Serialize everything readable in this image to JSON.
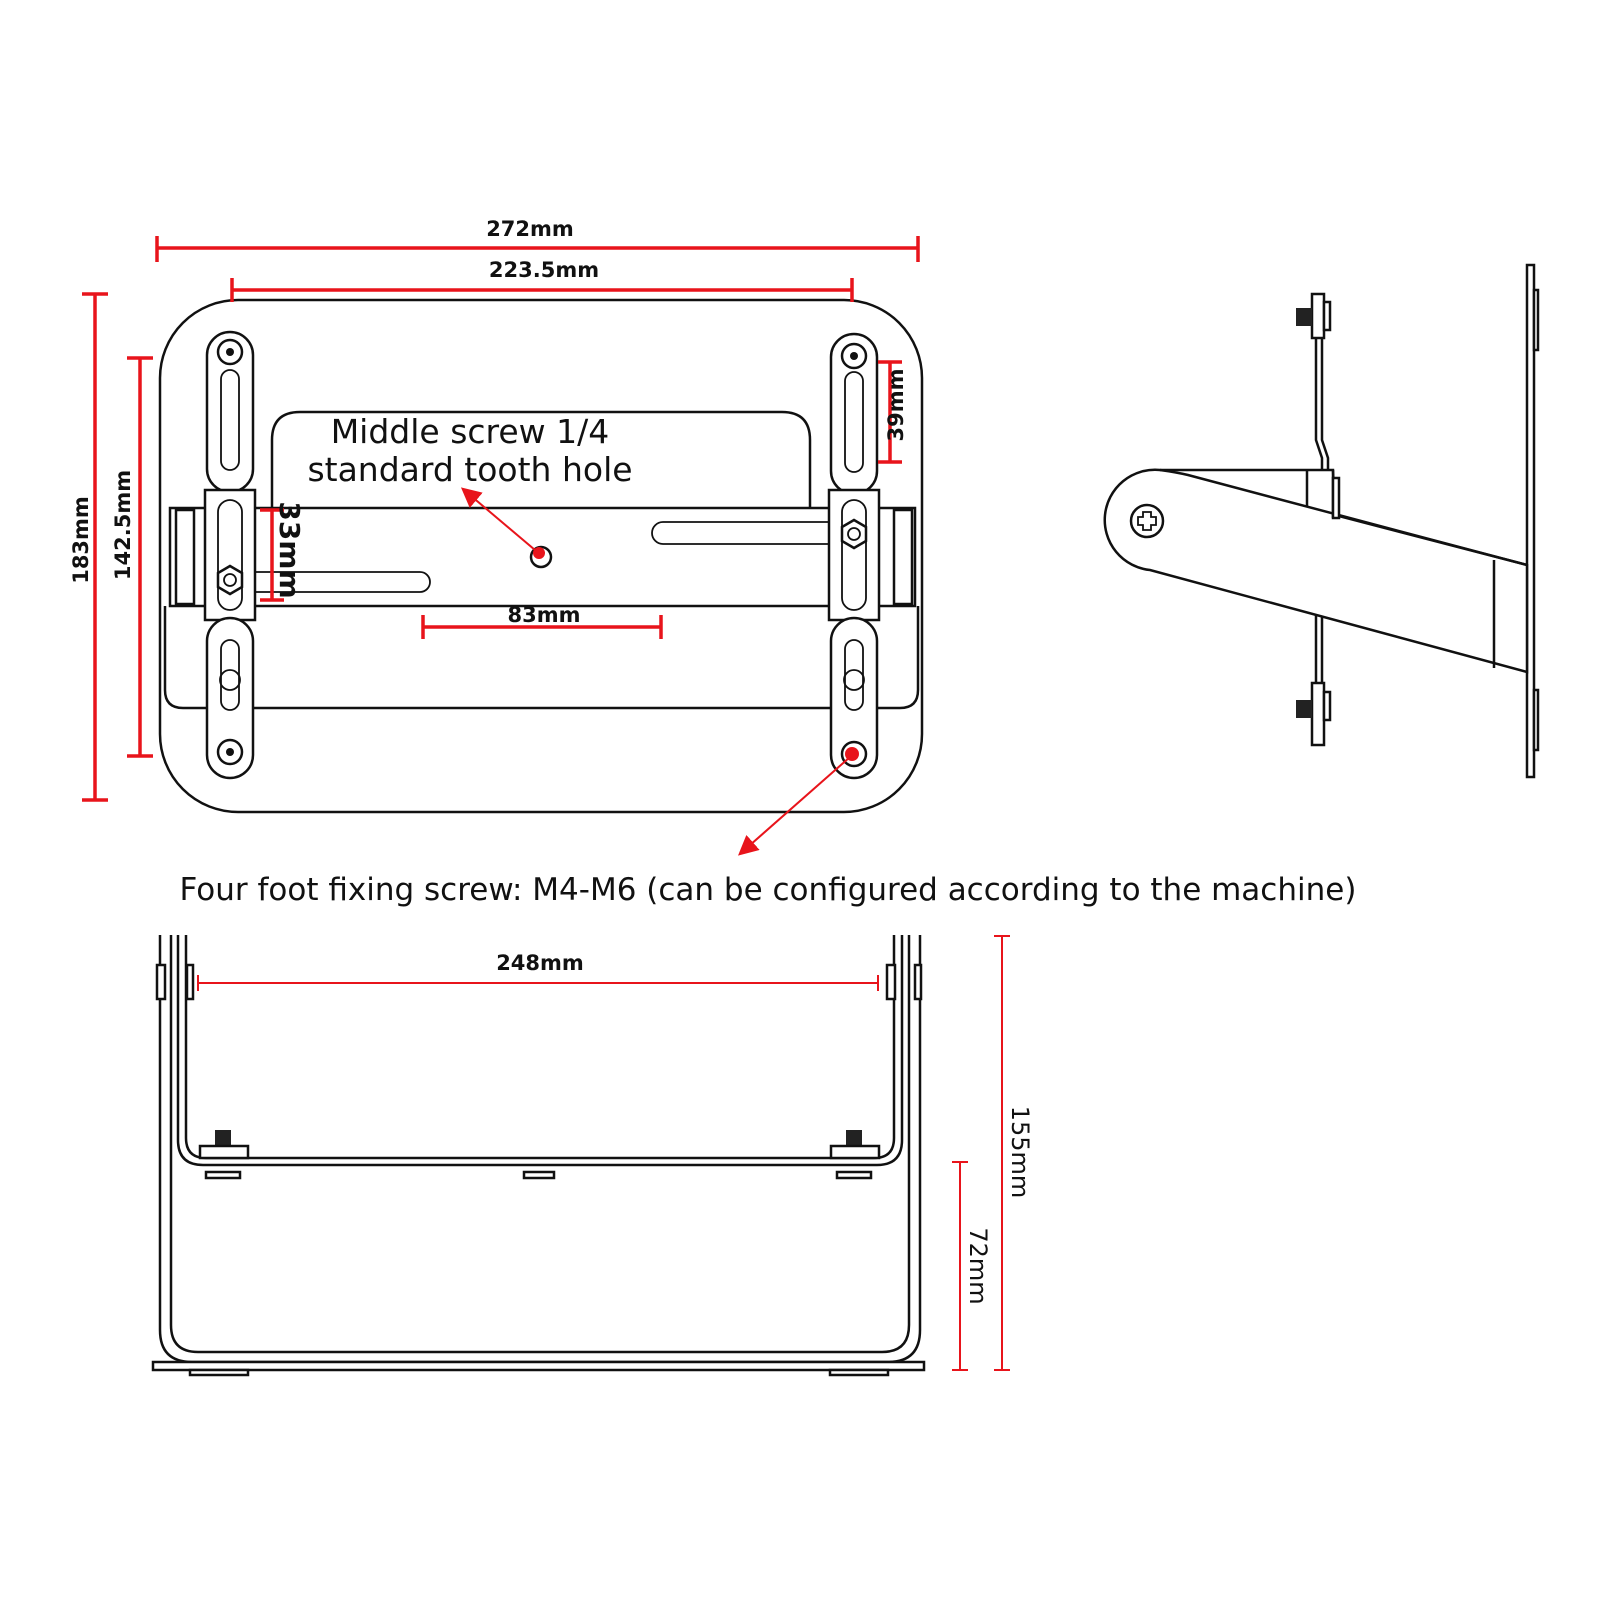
{
  "colors": {
    "dimension": "#e8141b",
    "line": "#111111"
  },
  "top_view": {
    "dim_overall_width": "272mm",
    "dim_hole_spacing_width": "223.5mm",
    "dim_overall_height": "183mm",
    "dim_hole_spacing_height": "142.5mm",
    "dim_slot_39": "39mm",
    "dim_slot_33": "33mm",
    "dim_center_83": "83mm",
    "middle_screw_line1": "Middle screw 1/4",
    "middle_screw_line2": "standard tooth hole"
  },
  "caption": "Four foot fixing screw: M4-M6 (can be configured according to the machine)",
  "front_view": {
    "dim_inner_width": "248mm",
    "dim_total_height": "155mm",
    "dim_base_height": "72mm"
  }
}
